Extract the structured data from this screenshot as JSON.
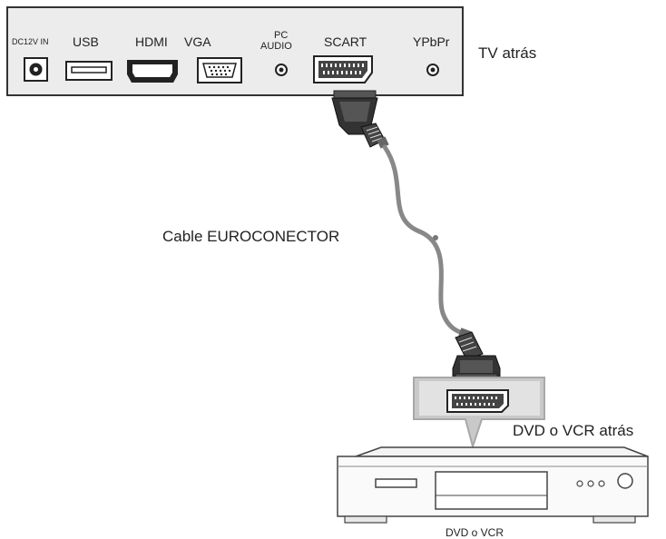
{
  "tv": {
    "caption": "TV atrás",
    "ports": {
      "dc": "DC12V IN",
      "usb": "USB",
      "hdmi": "HDMI",
      "vga": "VGA",
      "pc_audio_1": "PC",
      "pc_audio_2": "AUDIO",
      "scart": "SCART",
      "ypbpr": "YPbPr"
    }
  },
  "cable": {
    "label": "Cable EUROCONECTOR"
  },
  "device": {
    "caption": "DVD o VCR atrás",
    "name": "DVD o VCR"
  }
}
